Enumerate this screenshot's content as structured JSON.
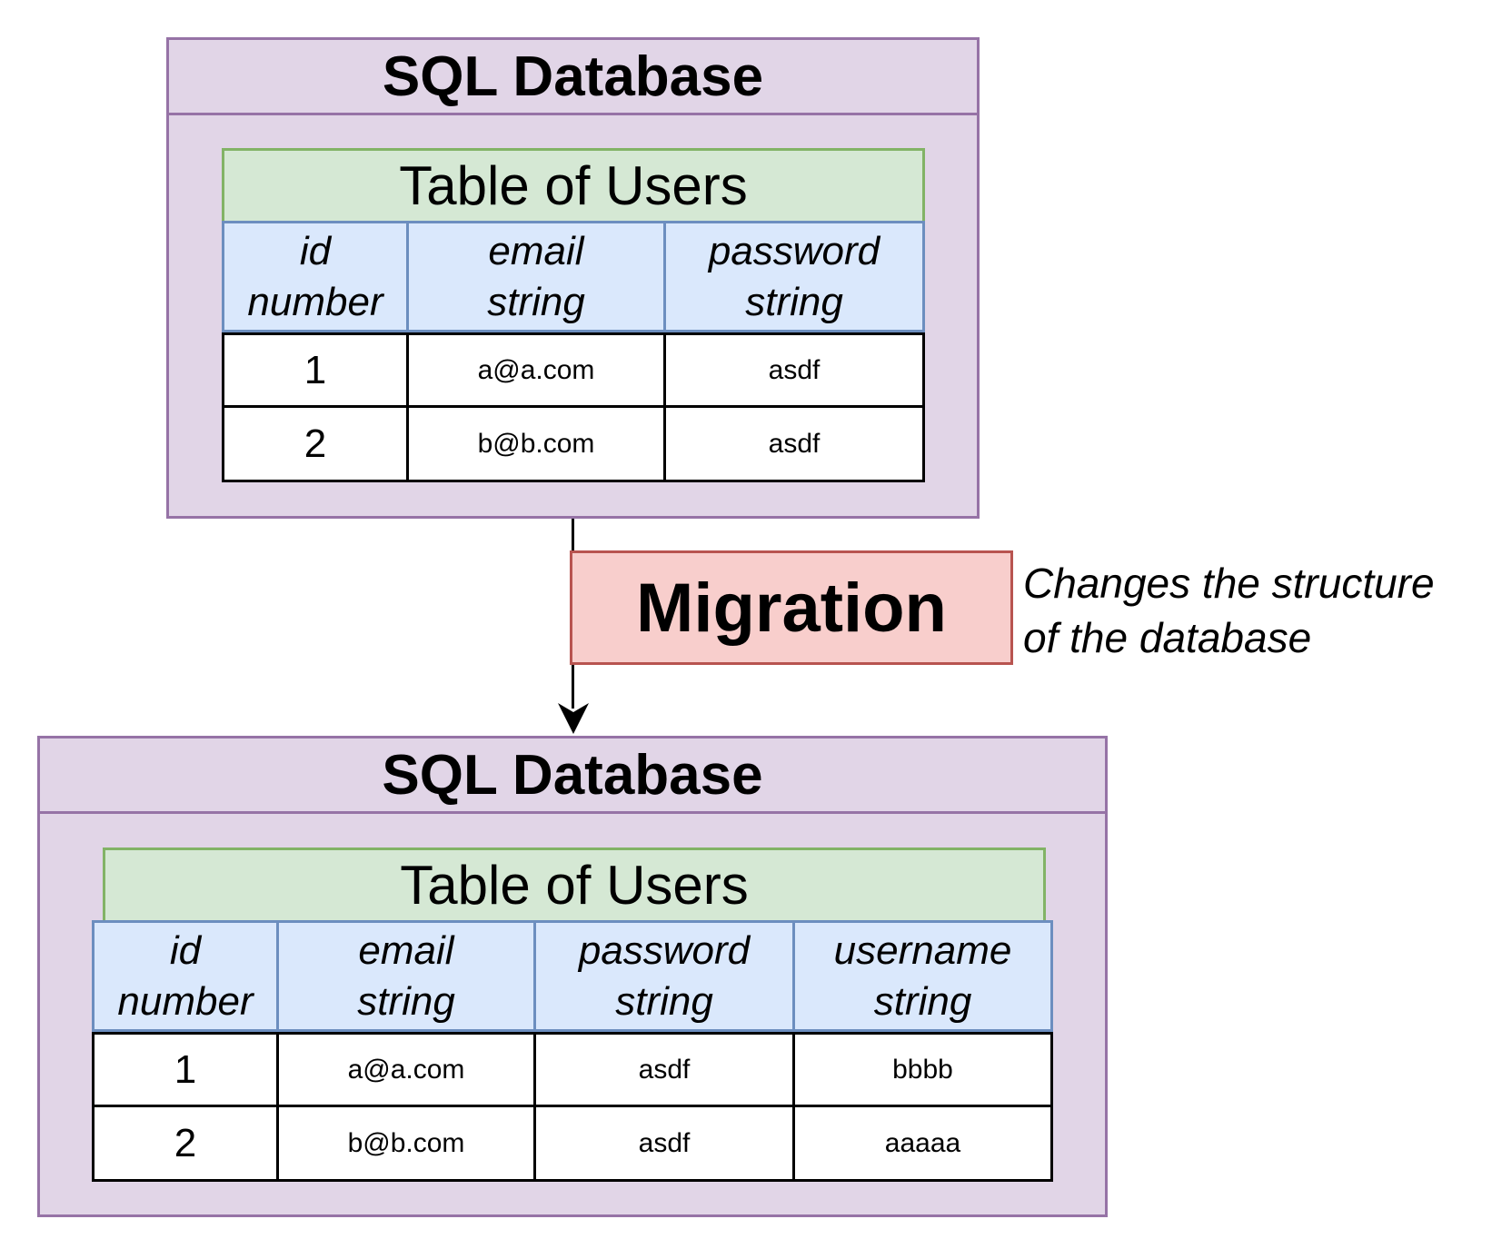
{
  "before": {
    "title": "SQL Database",
    "table_title": "Table of Users",
    "columns": [
      {
        "name": "id",
        "type": "number"
      },
      {
        "name": "email",
        "type": "string"
      },
      {
        "name": "password",
        "type": "string"
      }
    ],
    "rows": [
      [
        "1",
        "a@a.com",
        "asdf"
      ],
      [
        "2",
        "b@b.com",
        "asdf"
      ]
    ]
  },
  "migration": {
    "label": "Migration",
    "note_line1": "Changes the structure",
    "note_line2": "of the database"
  },
  "after": {
    "title": "SQL Database",
    "table_title": "Table of Users",
    "columns": [
      {
        "name": "id",
        "type": "number"
      },
      {
        "name": "email",
        "type": "string"
      },
      {
        "name": "password",
        "type": "string"
      },
      {
        "name": "username",
        "type": "string"
      }
    ],
    "rows": [
      [
        "1",
        "a@a.com",
        "asdf",
        "bbbb"
      ],
      [
        "2",
        "b@b.com",
        "asdf",
        "aaaaa"
      ]
    ]
  },
  "colors": {
    "database_fill": "#e1d5e7",
    "database_border": "#9673a6",
    "table_title_fill": "#d5e8d4",
    "table_title_border": "#82b366",
    "header_fill": "#dae8fc",
    "header_border": "#6c8ebf",
    "migration_fill": "#f8cecc",
    "migration_border": "#b85450"
  }
}
